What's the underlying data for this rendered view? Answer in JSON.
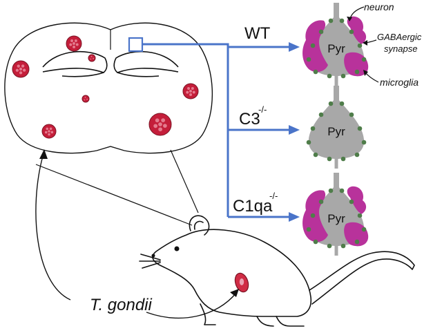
{
  "conditions": [
    {
      "label": "WT",
      "superscript": ""
    },
    {
      "label": "C3",
      "superscript": "-/-"
    },
    {
      "label": "C1qa",
      "superscript": "-/-"
    }
  ],
  "cell_label": "Pyr",
  "annotations": {
    "neuron": "neuron",
    "synapse_line1": "GABAergic",
    "synapse_line2": "synapse",
    "microglia": "microglia"
  },
  "pathogen_label": "T. gondii",
  "colors": {
    "arrow": "#4a74c9",
    "microglia": "#b8329b",
    "neuron": "#a8a8a8",
    "synapse": "#4f7d4a",
    "cyst": "#c41e3a",
    "cyst_inner": "#e47b8e"
  }
}
